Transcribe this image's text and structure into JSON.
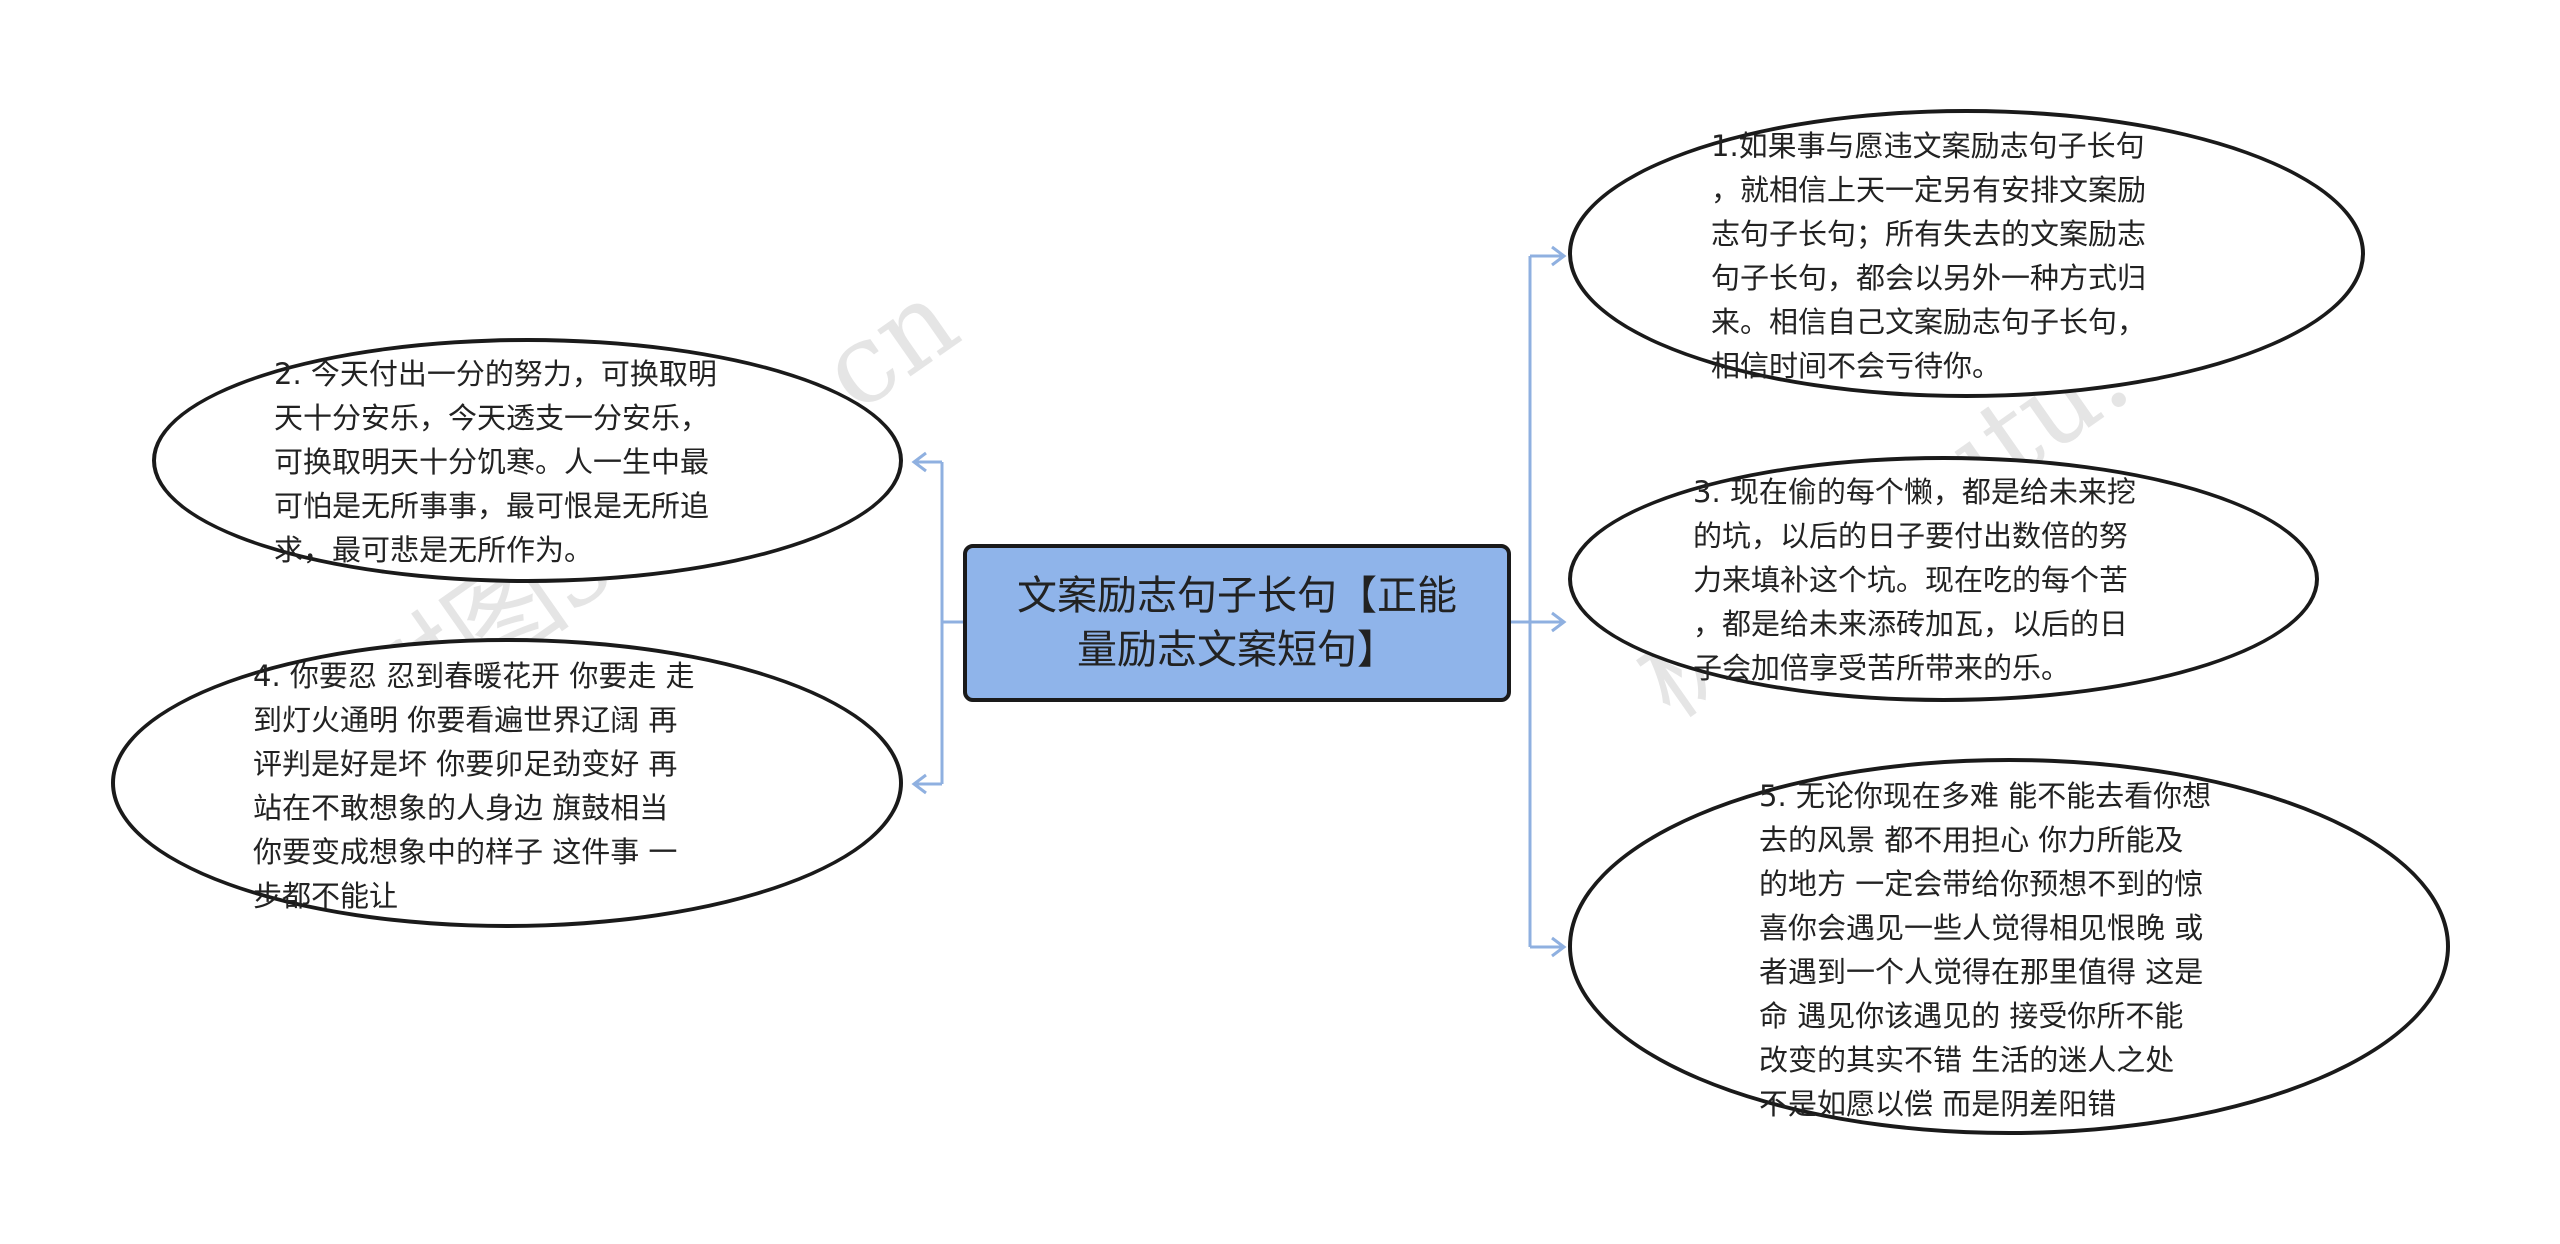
{
  "watermark": "树图shutu.cn",
  "colors": {
    "connector": "#8fb0e0",
    "center_fill": "#8fb4ea",
    "border": "#1a1a1a"
  },
  "center": {
    "lines": [
      "文案励志句子长句【正能",
      "量励志文案短句】"
    ]
  },
  "nodes": {
    "n1": {
      "lines": [
        "1.如果事与愿违文案励志句子长句",
        "，就相信上天一定另有安排文案励",
        "志句子长句；所有失去的文案励志",
        "句子长句，都会以另外一种方式归",
        "来。相信自己文案励志句子长句，",
        "相信时间不会亏待你。"
      ]
    },
    "n2": {
      "lines": [
        "2. 今天付出一分的努力，可换取明",
        "天十分安乐，今天透支一分安乐，",
        "可换取明天十分饥寒。人一生中最",
        "可怕是无所事事，最可恨是无所追",
        "求，最可悲是无所作为。"
      ]
    },
    "n3": {
      "lines": [
        "3. 现在偷的每个懒，都是给未来挖",
        "的坑，以后的日子要付出数倍的努",
        "力来填补这个坑。现在吃的每个苦",
        "，都是给未来添砖加瓦，以后的日",
        "子会加倍享受苦所带来的乐。"
      ]
    },
    "n4": {
      "lines": [
        "4. 你要忍 忍到春暖花开 你要走 走",
        "到灯火通明 你要看遍世界辽阔 再",
        "评判是好是坏 你要卯足劲变好 再",
        "站在不敢想象的人身边 旗鼓相当",
        "你要变成想象中的样子 这件事 一",
        "步都不能让"
      ]
    },
    "n5": {
      "lines": [
        "5. 无论你现在多难 能不能去看你想",
        "去的风景 都不用担心 你力所能及",
        "的地方 一定会带给你预想不到的惊",
        "喜你会遇见一些人觉得相见恨晚 或",
        "者遇到一个人觉得在那里值得 这是",
        "命 遇见你该遇见的 接受你所不能",
        "改变的其实不错 生活的迷人之处",
        "不是如愿以偿 而是阴差阳错"
      ]
    }
  }
}
